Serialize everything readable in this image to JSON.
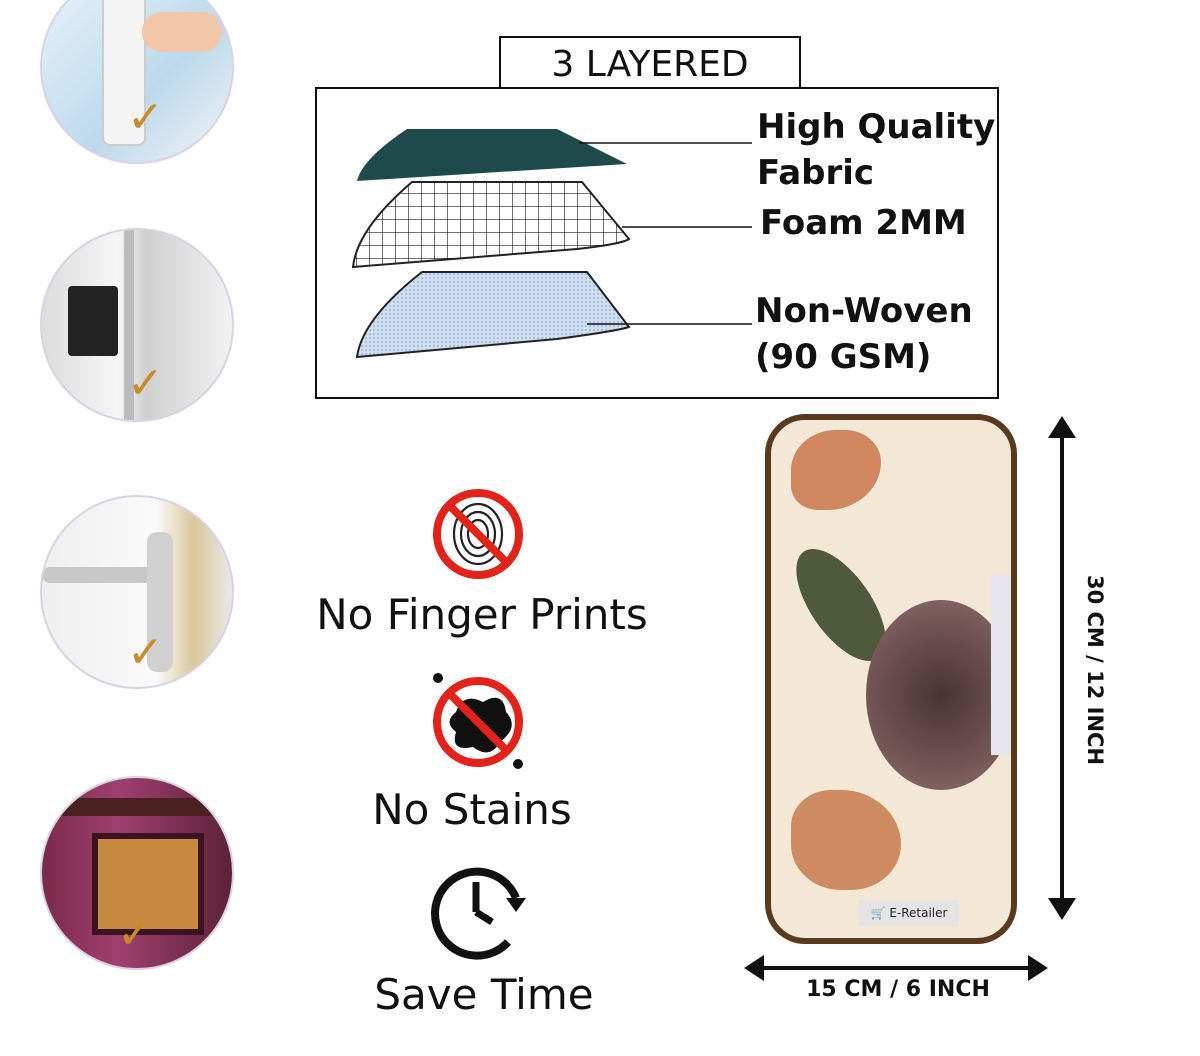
{
  "title": "3 LAYERED",
  "layers": [
    {
      "label_line1": "High Quality",
      "label_line2": "Fabric"
    },
    {
      "label_line1": "Foam 2MM"
    },
    {
      "label_line1": "Non-Woven",
      "label_line2": "(90 GSM)"
    }
  ],
  "features": [
    {
      "label": "No Finger Prints",
      "icon": "no-fingerprint-icon"
    },
    {
      "label": "No Stains",
      "icon": "no-stain-icon"
    },
    {
      "label": "Save Time",
      "icon": "clock-icon"
    }
  ],
  "uses": [
    "fridge-handle",
    "double-door-fridge",
    "door-handle",
    "microwave"
  ],
  "dimensions": {
    "height": "30 CM / 12 INCH",
    "width": "15 CM / 6 INCH"
  },
  "brand": "E-Retailer",
  "colors": {
    "prohibit_red": "#e2231a",
    "check": "#c98a2a",
    "fabric_teal": "#1f4a4c",
    "trim_brown": "#5a3a1e"
  }
}
